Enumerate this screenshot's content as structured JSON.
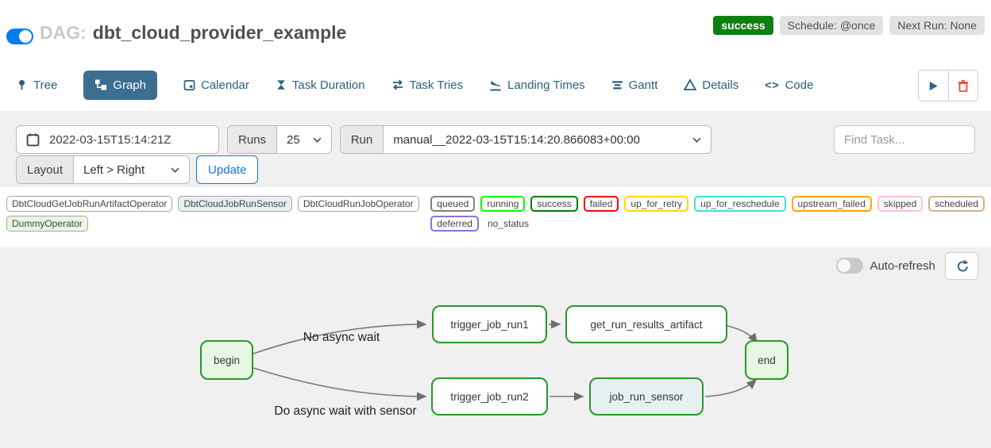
{
  "header": {
    "toggle_state": "on",
    "dag_prefix": "DAG:",
    "dag_title": "dbt_cloud_provider_example",
    "status_badge": "success",
    "schedule_badge": "Schedule: @once",
    "next_run_badge": "Next Run: None"
  },
  "tabs": [
    {
      "label": "Tree"
    },
    {
      "label": "Graph",
      "active": true
    },
    {
      "label": "Calendar"
    },
    {
      "label": "Task Duration"
    },
    {
      "label": "Task Tries"
    },
    {
      "label": "Landing Times"
    },
    {
      "label": "Gantt"
    },
    {
      "label": "Details"
    },
    {
      "label": "Code"
    }
  ],
  "filter_bar": {
    "date_value": "2022-03-15T15:14:21Z",
    "runs_label": "Runs",
    "runs_value": "25",
    "run_label": "Run",
    "run_value": "manual__2022-03-15T15:14:20.866083+00:00",
    "find_task_placeholder": "Find Task...",
    "layout_label": "Layout",
    "layout_value": "Left > Right",
    "update_button": "Update"
  },
  "legend": {
    "operators": [
      {
        "label": "DbtCloudGetJobRunArtifactOperator",
        "bg": "#ffffff"
      },
      {
        "label": "DbtCloudJobRunSensor",
        "bg": "#e6f1f2"
      },
      {
        "label": "DbtCloudRunJobOperator",
        "bg": "#ffffff"
      },
      {
        "label": "DummyOperator",
        "bg": "#e8f7e4"
      }
    ],
    "states": [
      {
        "label": "queued",
        "border": "gray"
      },
      {
        "label": "running",
        "border": "lime"
      },
      {
        "label": "success",
        "border": "green"
      },
      {
        "label": "failed",
        "border": "red"
      },
      {
        "label": "up_for_retry",
        "border": "gold"
      },
      {
        "label": "up_for_reschedule",
        "border": "turquoise"
      },
      {
        "label": "upstream_failed",
        "border": "orange"
      },
      {
        "label": "skipped",
        "border": "pink"
      },
      {
        "label": "scheduled",
        "border": "tan"
      },
      {
        "label": "deferred",
        "border": "mediumpurple"
      },
      {
        "label": "no_status",
        "border": "transparent"
      }
    ]
  },
  "graph": {
    "auto_refresh_label": "Auto-refresh",
    "node_border_color": "#2a9728",
    "edge_color": "#7a7a7a",
    "edge_labels": [
      "No async wait",
      "Do async wait with sensor"
    ],
    "nodes": [
      {
        "label": "begin",
        "fill": "#e8f7e4"
      },
      {
        "label": "trigger_job_run1",
        "fill": "#ffffff"
      },
      {
        "label": "get_run_results_artifact",
        "fill": "#ffffff"
      },
      {
        "label": "end",
        "fill": "#e8f7e4"
      },
      {
        "label": "trigger_job_run2",
        "fill": "#ffffff"
      },
      {
        "label": "job_run_sensor",
        "fill": "#e6f1f2"
      }
    ]
  },
  "icons": {
    "dag_toggle": "switch-on",
    "tree": "map-pin",
    "graph": "connected-squares",
    "calendar": "calendar",
    "task_duration": "hourglass",
    "task_tries": "repeat-arrows",
    "landing_times": "plane-landing",
    "gantt": "horizontal-bars",
    "details": "triangle-outline",
    "code_glyph": "<>",
    "play": "triangle-right",
    "delete": "trash-can",
    "datepicker": "calendar",
    "chevron": "chevron-down",
    "auto_refresh_toggle": "switch-off",
    "refresh": "circular-arrow"
  }
}
